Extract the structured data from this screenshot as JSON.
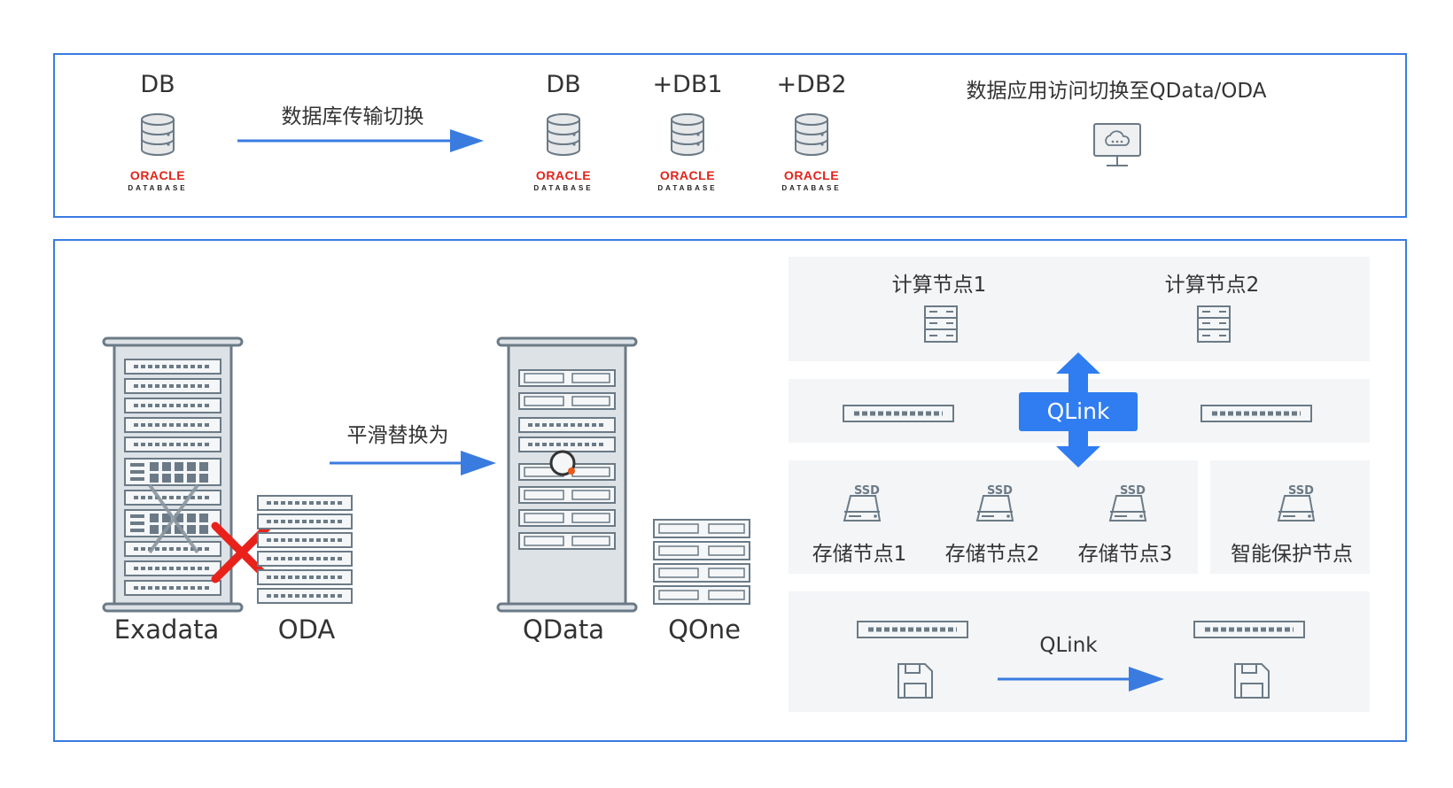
{
  "top": {
    "source_db": "DB",
    "transfer_label": "数据库传输切换",
    "targets": [
      "DB",
      "+DB1",
      "+DB2"
    ],
    "oracle_brand": "ORACLE",
    "oracle_sub": "DATABASE",
    "app_label": "数据应用访问切换至QData/ODA"
  },
  "bottom": {
    "old_systems": [
      "Exadata",
      "ODA"
    ],
    "replace_label": "平滑替换为",
    "new_systems": [
      "QData",
      "QOne"
    ],
    "compute_nodes": [
      "计算节点1",
      "计算节点2"
    ],
    "qlink_label": "QLink",
    "ssd_label": "SSD",
    "storage_nodes": [
      "存储节点1",
      "存储节点2",
      "存储节点3"
    ],
    "protect_node": "智能保护节点",
    "qlink_bottom_label": "QLink"
  },
  "colors": {
    "border": "#3a7be0",
    "arrow": "#3a7be0",
    "qlink_bg": "#2f7df0",
    "cross": "#e8221b",
    "rack_stroke": "#6b7a86",
    "rack_fill": "#dde2e7"
  }
}
